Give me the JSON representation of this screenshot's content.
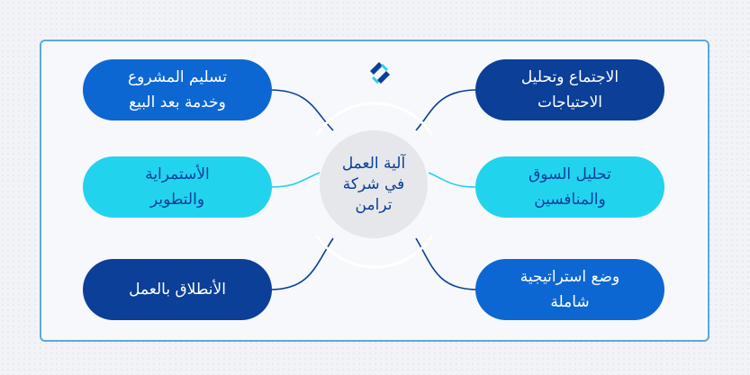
{
  "center": {
    "title": "آلية العمل في شركة ترامن"
  },
  "right_steps": [
    {
      "text": "الاجتماع وتحليل الاحتياجات"
    },
    {
      "text": "تحليل السوق والمنافسين"
    },
    {
      "text": "وضع استراتيجية شاملة"
    }
  ],
  "left_steps": [
    {
      "text": "تسليم المشروع وخدمة بعد البيع"
    },
    {
      "text": "الأستمراية والتطوير"
    },
    {
      "text": "الأنطلاق بالعمل"
    }
  ],
  "logo": {
    "icon": "tramen-logo-icon"
  },
  "colors": {
    "dark_blue": "#0b3f98",
    "blue": "#0d67d3",
    "cyan": "#22d3ee",
    "frame": "#5aa9dd"
  }
}
